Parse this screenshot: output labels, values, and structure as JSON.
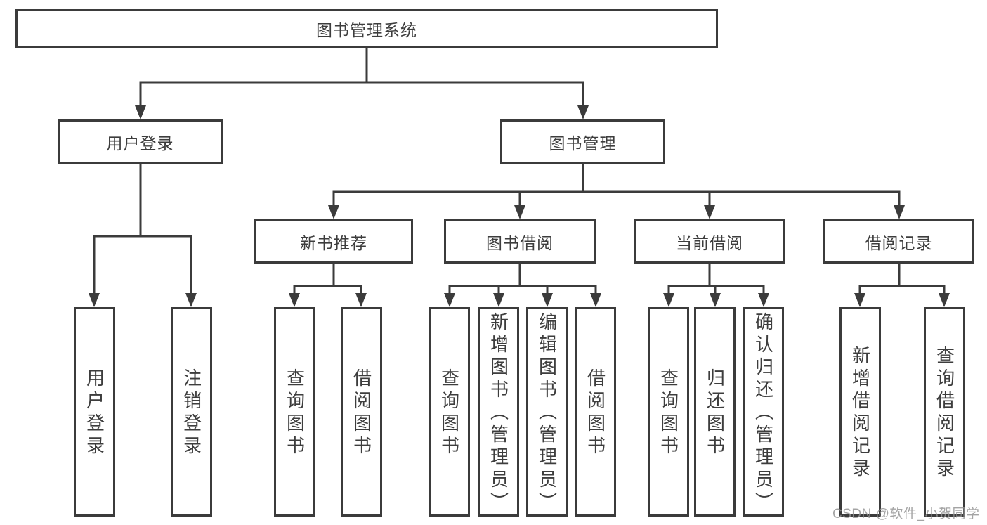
{
  "tree": {
    "label": "图书管理系统",
    "children": [
      {
        "label": "用户登录",
        "children": [
          {
            "label": "用户登录"
          },
          {
            "label": "注销登录"
          }
        ]
      },
      {
        "label": "图书管理",
        "children": [
          {
            "label": "新书推荐",
            "children": [
              {
                "label": "查询图书"
              },
              {
                "label": "借阅图书"
              }
            ]
          },
          {
            "label": "图书借阅",
            "children": [
              {
                "label": "查询图书"
              },
              {
                "label": "新增图书（管理员）"
              },
              {
                "label": "编辑图书（管理员）"
              },
              {
                "label": "借阅图书"
              }
            ]
          },
          {
            "label": "当前借阅",
            "children": [
              {
                "label": "查询图书"
              },
              {
                "label": "归还图书"
              },
              {
                "label": "确认归还（管理员）"
              }
            ]
          },
          {
            "label": "借阅记录",
            "children": [
              {
                "label": "新增借阅记录"
              },
              {
                "label": "查询借阅记录"
              }
            ]
          }
        ]
      }
    ]
  },
  "watermark": {
    "text": "CSDN @软件_小贺同学"
  },
  "colors": {
    "line": "#3b3b3b",
    "text": "#3d3d3d",
    "background": "#ffffff",
    "watermark": "#949494"
  }
}
